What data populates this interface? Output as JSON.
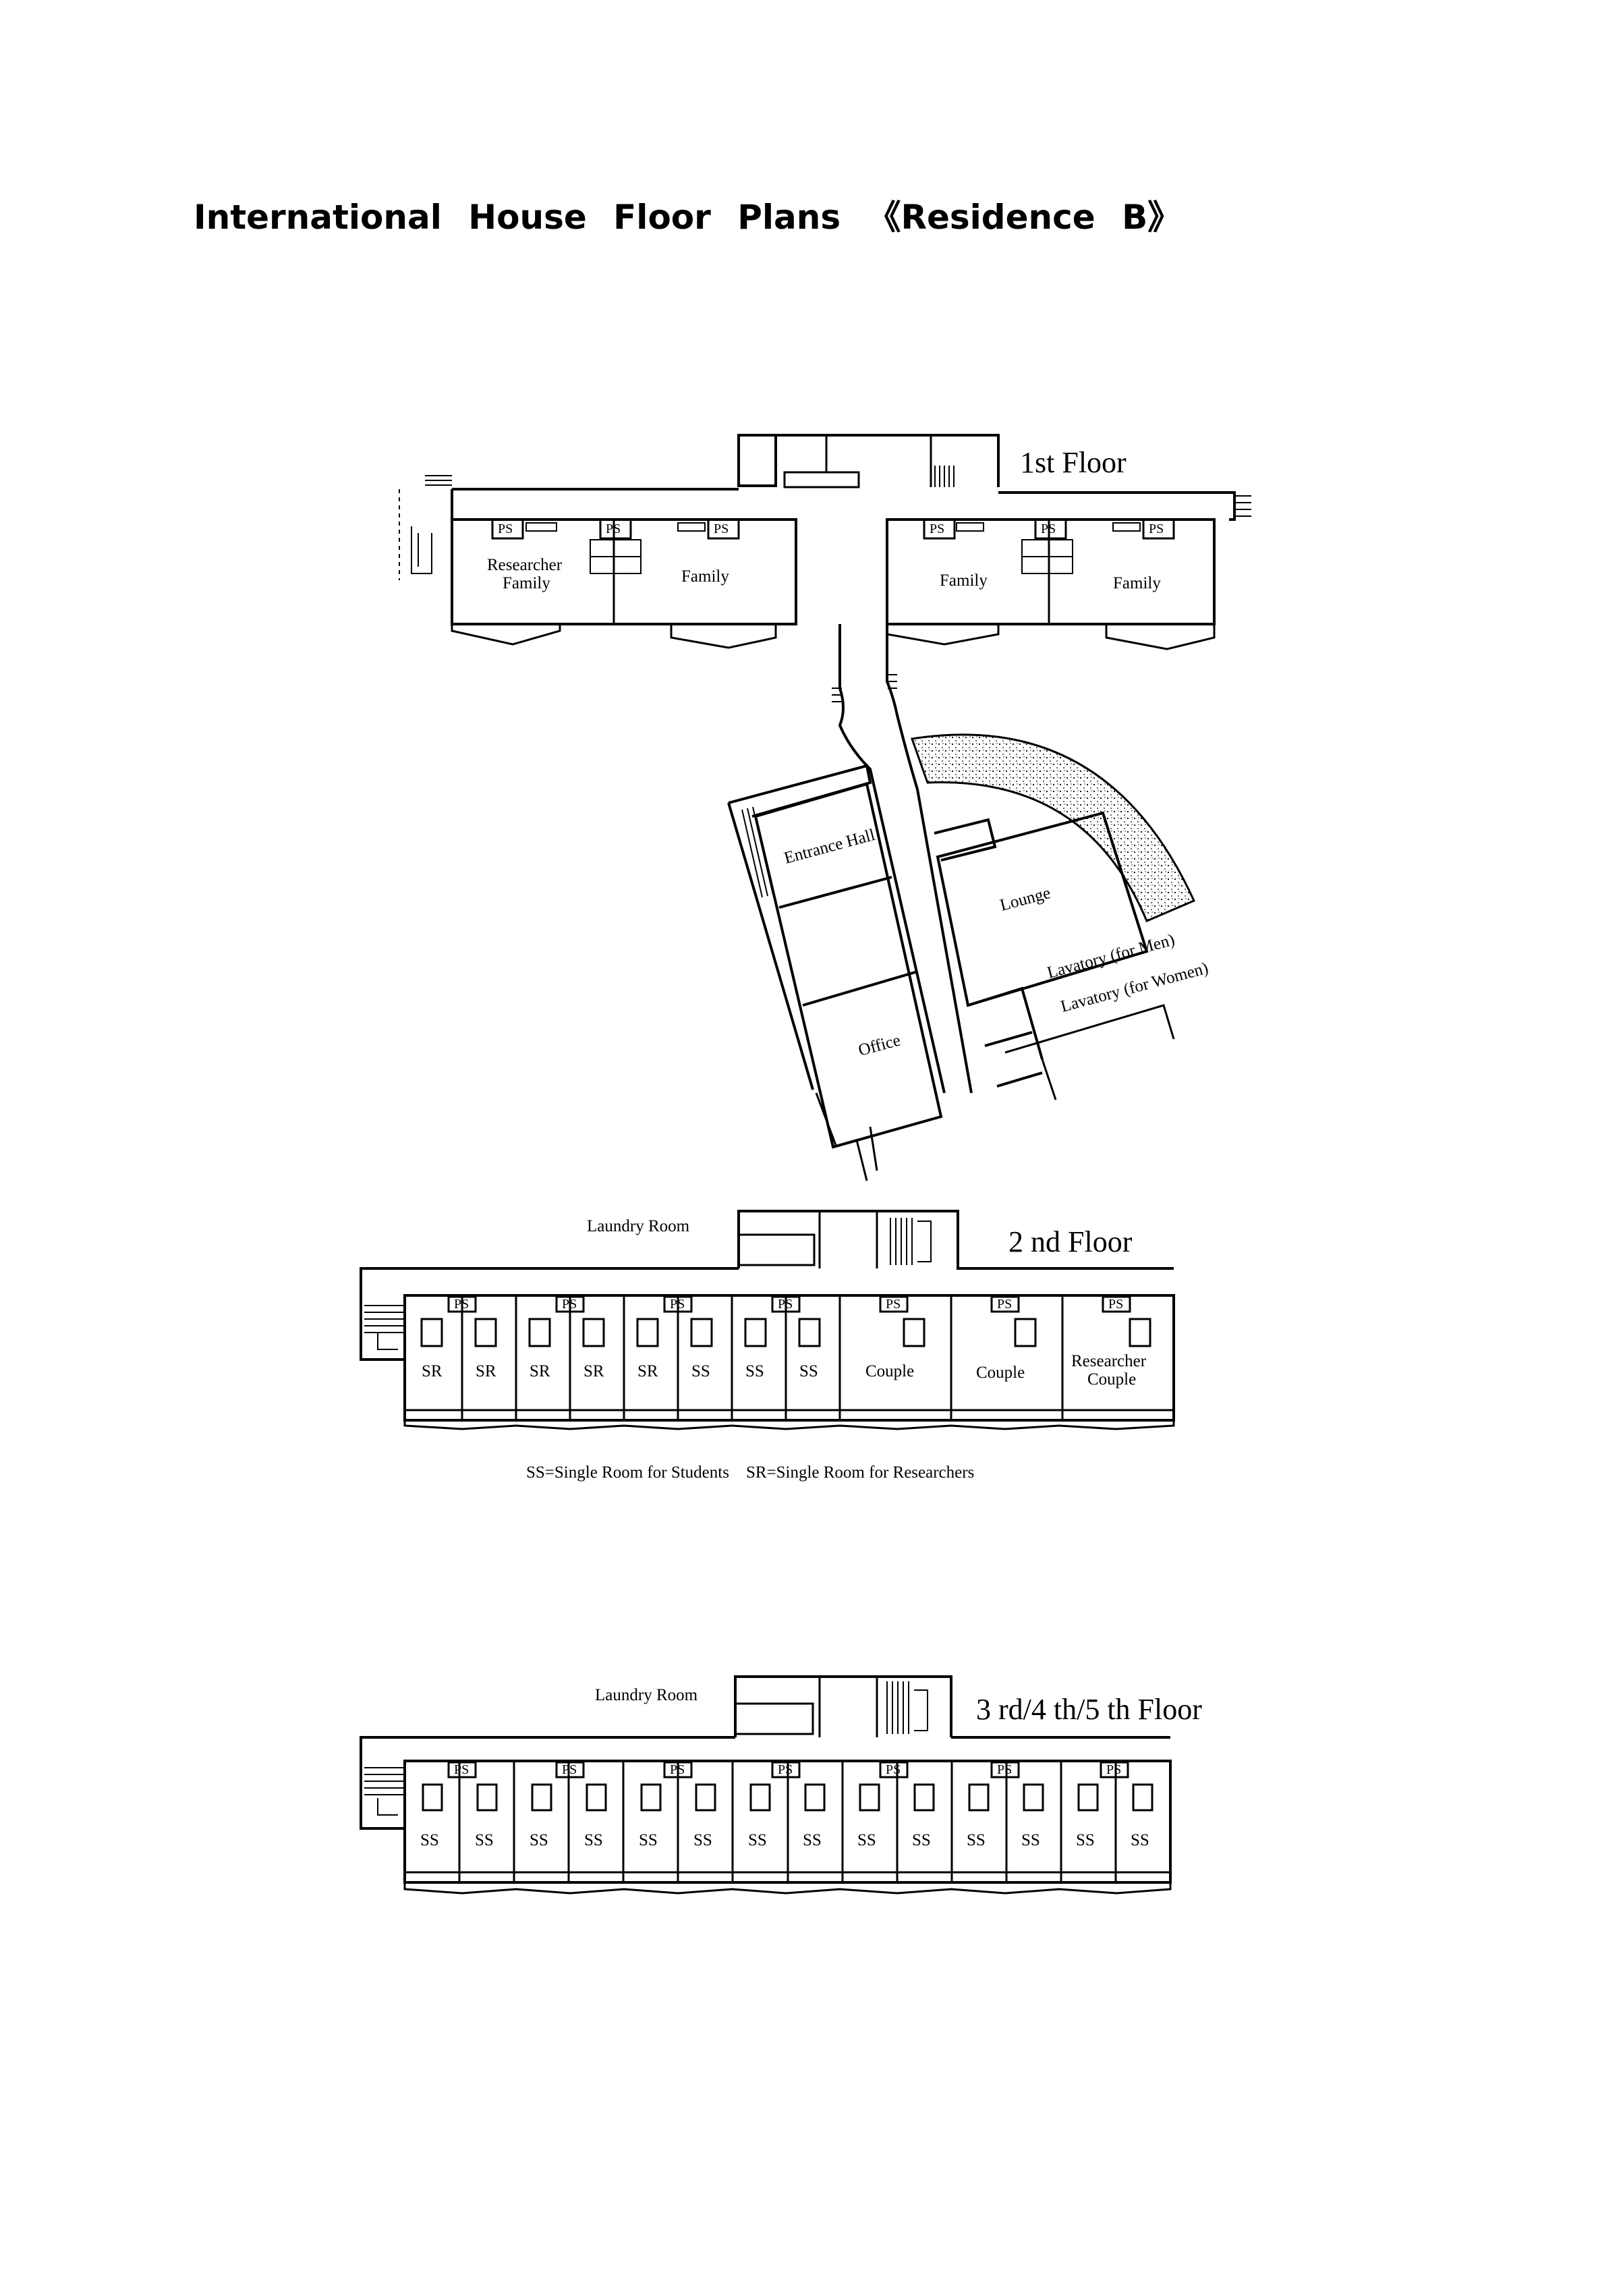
{
  "title": "International House Floor Plans 《Residence B》",
  "floor1": {
    "label": "1st Floor",
    "ps": "PS",
    "rooms": [
      "Researcher",
      "Family",
      "Family",
      "Family",
      "Family"
    ],
    "entrance": "Entrance Hall",
    "lounge": "Lounge",
    "office": "Office",
    "lav_men": "Lavatory (for Men)",
    "lav_women": "Lavatory (for Women)"
  },
  "floor2": {
    "label": "2 nd Floor",
    "laundry": "Laundry Room",
    "ps": "PS",
    "rooms": [
      "SR",
      "SR",
      "SR",
      "SR",
      "SR",
      "SS",
      "SS",
      "SS"
    ],
    "couple": "Couple",
    "researcher": "Researcher",
    "legend": "SS=Single Room for Students    SR=Single Room for Researchers"
  },
  "floor3": {
    "label": "3 rd/4 th/5 th Floor",
    "laundry": "Laundry Room",
    "ps": "PS",
    "rooms": [
      "SS",
      "SS",
      "SS",
      "SS",
      "SS",
      "SS",
      "SS",
      "SS",
      "SS",
      "SS",
      "SS",
      "SS",
      "SS",
      "SS"
    ]
  }
}
